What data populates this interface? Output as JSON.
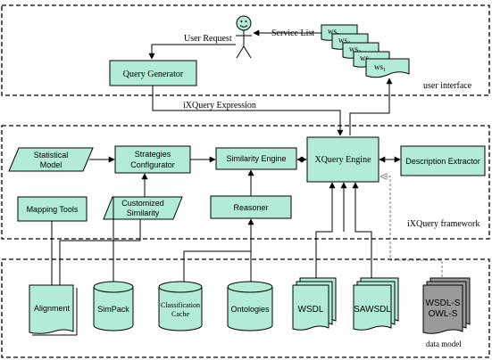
{
  "labels": {
    "user_request": "User Request",
    "service_list": "Service List",
    "ixquery_expression": "iXQuery Expression",
    "user_interface": "user interface",
    "ixquery_framework": "iXQuery framework",
    "data_model": "data model"
  },
  "nodes": {
    "query_generator": "Query Generator",
    "statistical_model": [
      "Statistical",
      "Model"
    ],
    "strategies_configurator": [
      "Strategies",
      "Configurator"
    ],
    "similarity_engine": "Similarity Engine",
    "xquery_engine": "XQuery Engine",
    "description_extractor": "Description Extractor",
    "mapping_tools": "Mapping Tools",
    "customized_similarity": [
      "Customized",
      "Similarity"
    ],
    "reasoner": "Reasoner",
    "alignment": "Alignment",
    "simpack": "SimPack",
    "classification_cache": [
      "Classification",
      "Cache"
    ],
    "ontologies": "Ontologies",
    "wsdl": "WSDL",
    "sawsdl": "SAWSDL",
    "wsdl_s_owl_s": [
      "WSDL-S",
      "OWL-S"
    ]
  },
  "ws_stack": [
    {
      "base": "ws",
      "sub": "n"
    },
    {
      "base": "ws",
      "sub": "4"
    },
    {
      "base": "ws",
      "sub": "3"
    },
    {
      "base": "ws",
      "sub": "2"
    },
    {
      "base": "ws",
      "sub": "1"
    }
  ],
  "colors": {
    "node_fill": "#b3ecd6",
    "outline": "#000000",
    "gray_doc": "#9a9a9a",
    "dashed_arrow": "#777777"
  }
}
